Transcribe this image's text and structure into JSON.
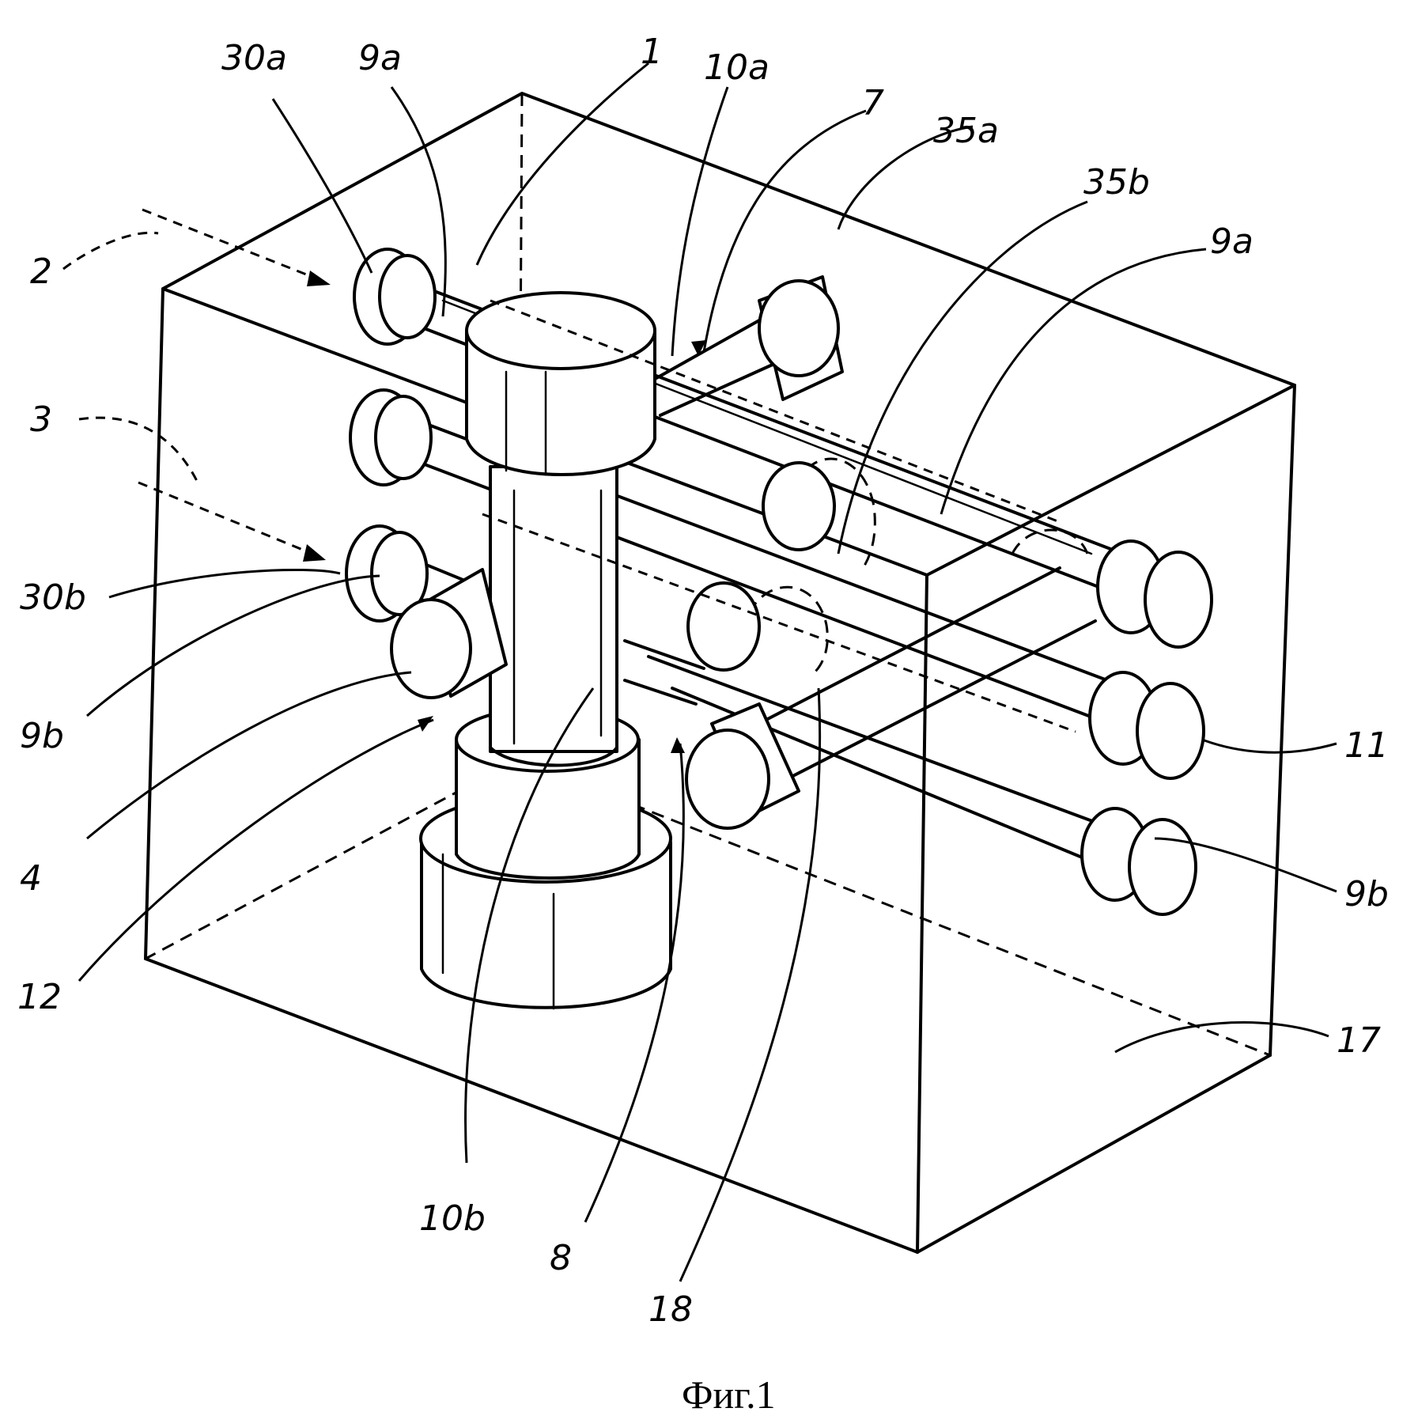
{
  "figure": {
    "caption": "Фиг.1",
    "labels": {
      "l30a": "30a",
      "l9a_top": "9a",
      "l1": "1",
      "l10a": "10a",
      "l7": "7",
      "l35a": "35a",
      "l35b": "35b",
      "l9a_right": "9a",
      "l2": "2",
      "l3": "3",
      "l30b": "30b",
      "l9b_left": "9b",
      "l4": "4",
      "l12": "12",
      "l10b": "10b",
      "l8": "8",
      "l18": "18",
      "l11": "11",
      "l9b_right": "9b",
      "l17": "17"
    }
  }
}
